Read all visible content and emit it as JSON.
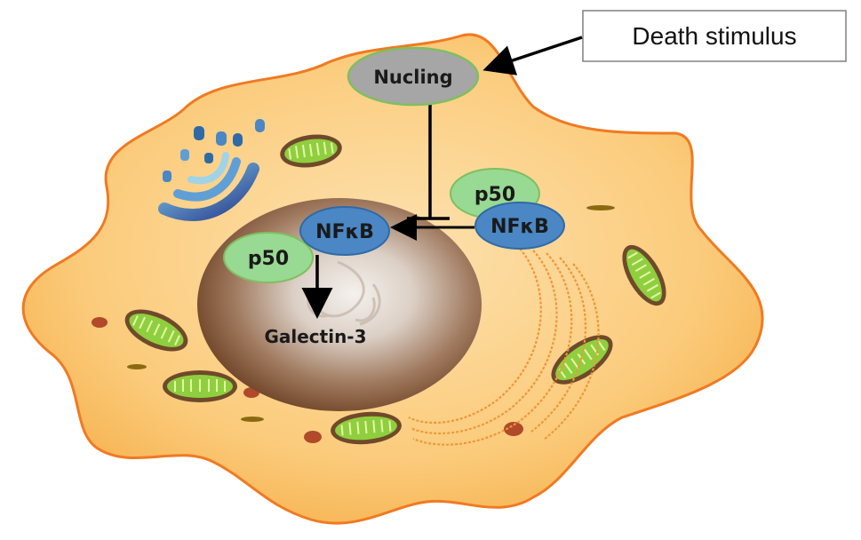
{
  "diagram": {
    "stimulus_box": {
      "label": "Death stimulus"
    },
    "nucling": {
      "label": "Nucling",
      "fill": "#a6a6a6",
      "stroke": "#7fbf5f"
    },
    "cytoplasmic_complex": {
      "p50_label": "p50",
      "nfkb_label": "NFκB"
    },
    "nuclear_complex": {
      "p50_label": "p50",
      "nfkb_label": "NFκB"
    },
    "target": {
      "label": "Galectin-3"
    },
    "colors": {
      "cell_fill": "#f9c36a",
      "cell_stroke": "#f07a22",
      "p50_fill": "#98d993",
      "p50_stroke": "#7fbf5f",
      "nfkb_fill": "#4a87c4",
      "nfkb_stroke": "#2f6aa6",
      "nucleus_dark": "#7a4a2a",
      "mitochondria_fill": "#8fcf3f",
      "arrow": "#000000"
    }
  }
}
